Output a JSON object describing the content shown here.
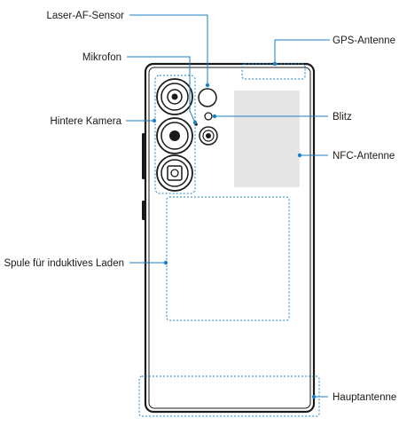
{
  "diagram": {
    "labels": {
      "laser_af_sensor": "Laser-AF-Sensor",
      "microphone": "Mikrofon",
      "rear_camera": "Hintere Kamera",
      "inductive_coil": "Spule für induktives Laden",
      "gps_antenna": "GPS-Antenne",
      "flash": "Blitz",
      "nfc_antenna": "NFC-Antenne",
      "main_antenna": "Hauptantenne"
    },
    "colors": {
      "line": "#1a1a1a",
      "callout": "#1e7fc2",
      "nfc_fill": "#e6e6e6"
    }
  }
}
